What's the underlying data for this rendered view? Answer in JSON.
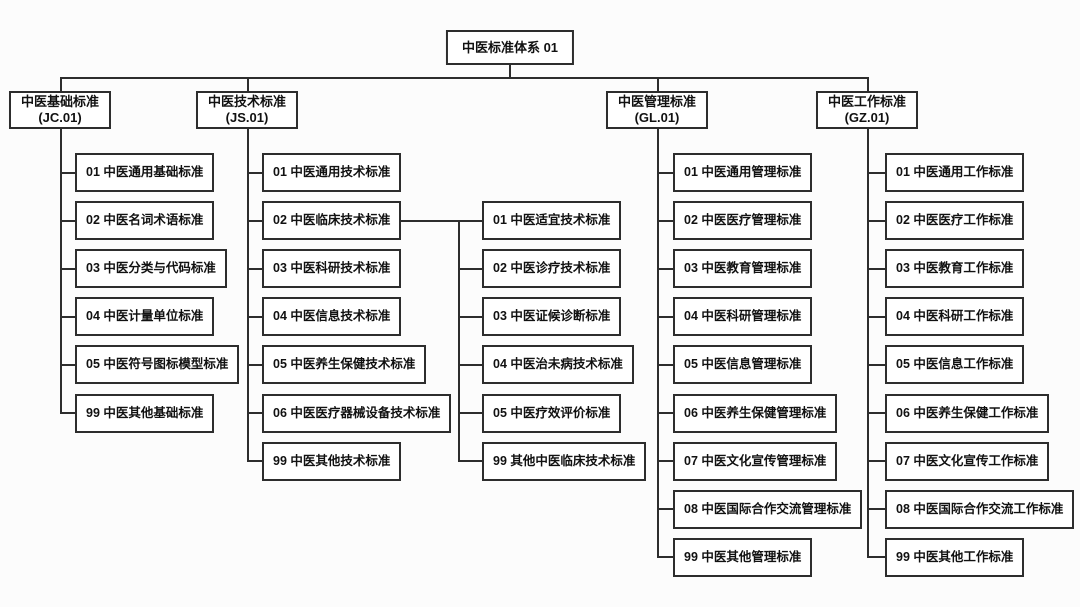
{
  "diagram": {
    "root": "中医标准体系 01",
    "branches": [
      {
        "id": "jc",
        "title": "中医基础标准",
        "code": "(JC.01)",
        "children": [
          "01 中医通用基础标准",
          "02 中医名词术语标准",
          "03 中医分类与代码标准",
          "04 中医计量单位标准",
          "05 中医符号图标模型标准",
          "99 中医其他基础标准"
        ]
      },
      {
        "id": "js",
        "title": "中医技术标准",
        "code": "(JS.01)",
        "children": [
          "01 中医通用技术标准",
          "02 中医临床技术标准",
          "03 中医科研技术标准",
          "04 中医信息技术标准",
          "05 中医养生保健技术标准",
          "06 中医医疗器械设备技术标准",
          "99 中医其他技术标准"
        ],
        "sub_branch": {
          "parent": "02 中医临床技术标准",
          "children": [
            "01 中医适宜技术标准",
            "02 中医诊疗技术标准",
            "03 中医证候诊断标准",
            "04 中医治未病技术标准",
            "05 中医疗效评价标准",
            "99 其他中医临床技术标准"
          ]
        }
      },
      {
        "id": "gl",
        "title": "中医管理标准",
        "code": "(GL.01)",
        "children": [
          "01 中医通用管理标准",
          "02 中医医疗管理标准",
          "03 中医教育管理标准",
          "04 中医科研管理标准",
          "05 中医信息管理标准",
          "06 中医养生保健管理标准",
          "07 中医文化宣传管理标准",
          "08 中医国际合作交流管理标准",
          "99 中医其他管理标准"
        ]
      },
      {
        "id": "gz",
        "title": "中医工作标准",
        "code": "(GZ.01)",
        "children": [
          "01 中医通用工作标准",
          "02 中医医疗工作标准",
          "03 中医教育工作标准",
          "04 中医科研工作标准",
          "05 中医信息工作标准",
          "06 中医养生保健工作标准",
          "07 中医文化宣传工作标准",
          "08 中医国际合作交流工作标准",
          "99 中医其他工作标准"
        ]
      }
    ]
  },
  "colors": {
    "line": "#2d2d2d",
    "box_border": "#2d2d2d",
    "box_bg": "#ffffff",
    "text": "#111111",
    "page_bg": "#fcfcfc"
  }
}
